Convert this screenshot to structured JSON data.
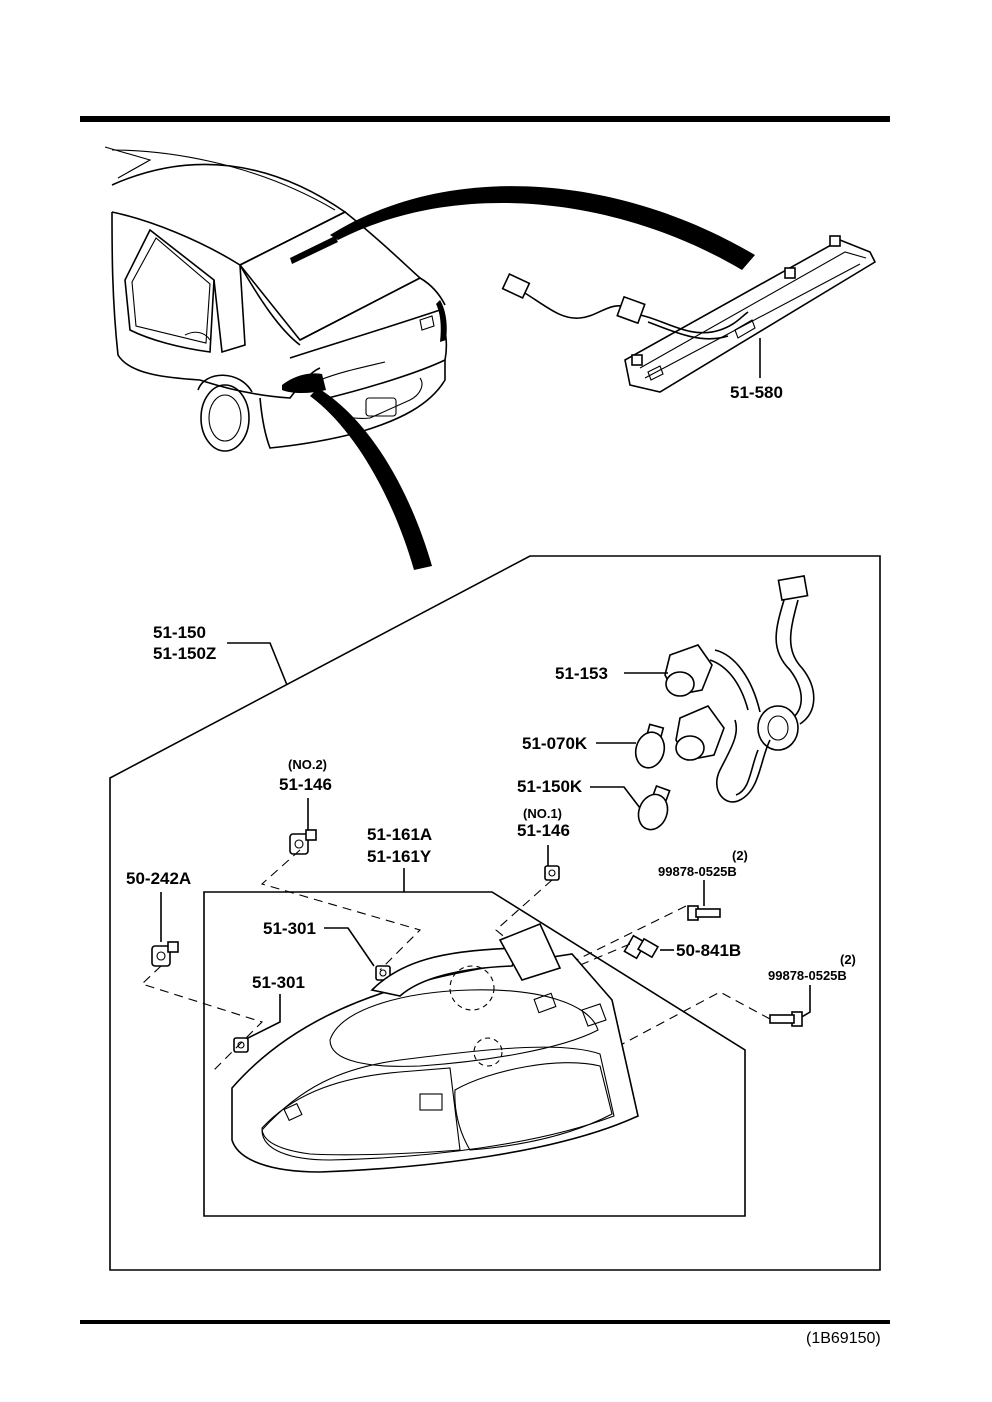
{
  "diagram": {
    "code": "(1B69150)",
    "labels": {
      "p51_580": "51-580",
      "p51_150": "51-150",
      "p51_150z": "51-150Z",
      "p51_153": "51-153",
      "p51_070k": "51-070K",
      "p51_150k": "51-150K",
      "no2": "(NO.2)",
      "p51_146_a": "51-146",
      "no1": "(NO.1)",
      "p51_146_b": "51-146",
      "p51_161a": "51-161A",
      "p51_161y": "51-161Y",
      "p50_242a": "50-242A",
      "qty_a": "(2)",
      "p99878_a": "99878-0525B",
      "p51_301_a": "51-301",
      "p51_301_b": "51-301",
      "p50_841b": "50-841B",
      "qty_b": "(2)",
      "p99878_b": "99878-0525B"
    }
  }
}
